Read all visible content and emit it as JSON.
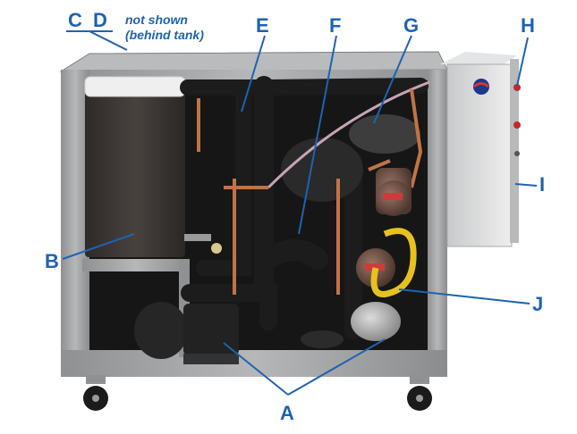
{
  "labels": {
    "a": "A",
    "b": "B",
    "c": "C",
    "d": "D",
    "e": "E",
    "f": "F",
    "g": "G",
    "h": "H",
    "i": "I",
    "j": "J"
  },
  "note": {
    "line1": "not shown",
    "line2": "(behind tank)"
  },
  "colors": {
    "label": "#1f63b0",
    "frame": "#9a9c9e",
    "frame_dark": "#6f7173",
    "tank": "#3a3634",
    "pipe": "#1c1c1c",
    "copper": "#c07446",
    "hose": "#e7c21f",
    "pump": "#6d5147",
    "panel": "#d9dadb"
  }
}
